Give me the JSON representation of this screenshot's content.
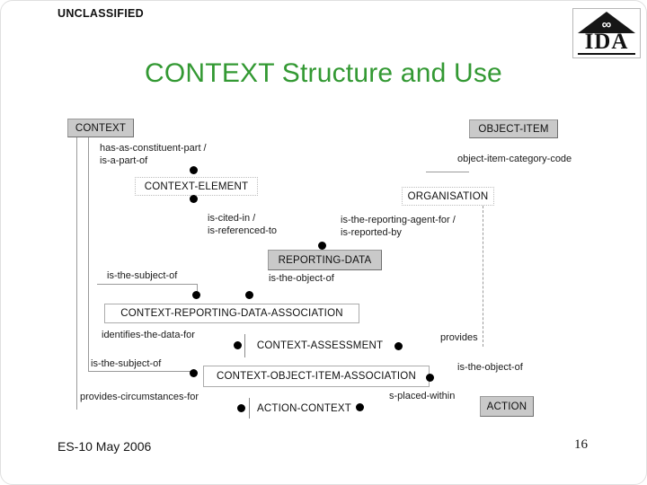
{
  "page": {
    "classification": "UNCLASSIFIED",
    "title": "CONTEXT Structure and Use",
    "footer_date": "ES-10 May 2006",
    "page_number": "16",
    "logo_text": "IDA",
    "logo_symbol": "∞"
  },
  "colors": {
    "title_green": "#339933",
    "entity_fill_gray": "#C9C9C9",
    "line_gray": "#9A9A9A"
  },
  "diagram": {
    "entities": [
      {
        "id": "context",
        "label": "CONTEXT",
        "style": "gray"
      },
      {
        "id": "object-item",
        "label": "OBJECT-ITEM",
        "style": "gray"
      },
      {
        "id": "context-element",
        "label": "CONTEXT-ELEMENT",
        "style": "plain"
      },
      {
        "id": "organisation",
        "label": "ORGANISATION",
        "style": "plain"
      },
      {
        "id": "reporting-data",
        "label": "REPORTING-DATA",
        "style": "gray"
      },
      {
        "id": "context-reporting-data-association",
        "label": "CONTEXT-REPORTING-DATA-ASSOCIATION",
        "style": "boxed"
      },
      {
        "id": "context-assessment",
        "label": "CONTEXT-ASSESSMENT",
        "style": "plain"
      },
      {
        "id": "context-object-item-association",
        "label": "CONTEXT-OBJECT-ITEM-ASSOCIATION",
        "style": "boxed"
      },
      {
        "id": "action-context",
        "label": "ACTION-CONTEXT",
        "style": "plain"
      },
      {
        "id": "action",
        "label": "ACTION",
        "style": "gray"
      }
    ],
    "labels": [
      {
        "text": "has-as-constituent-part /"
      },
      {
        "text": "is-a-part-of"
      },
      {
        "text": "object-item-category-code"
      },
      {
        "text": "is-cited-in /"
      },
      {
        "text": "is-referenced-to"
      },
      {
        "text": "is-the-reporting-agent-for /"
      },
      {
        "text": "is-reported-by"
      },
      {
        "text": "is-the-subject-of"
      },
      {
        "text": "is-the-object-of"
      },
      {
        "text": "identifies-the-data-for"
      },
      {
        "text": "provides"
      },
      {
        "text": "is-the-subject-of"
      },
      {
        "text": "is-the-object-of"
      },
      {
        "text": "provides-circumstances-for"
      },
      {
        "text": "s-placed-within"
      }
    ]
  }
}
